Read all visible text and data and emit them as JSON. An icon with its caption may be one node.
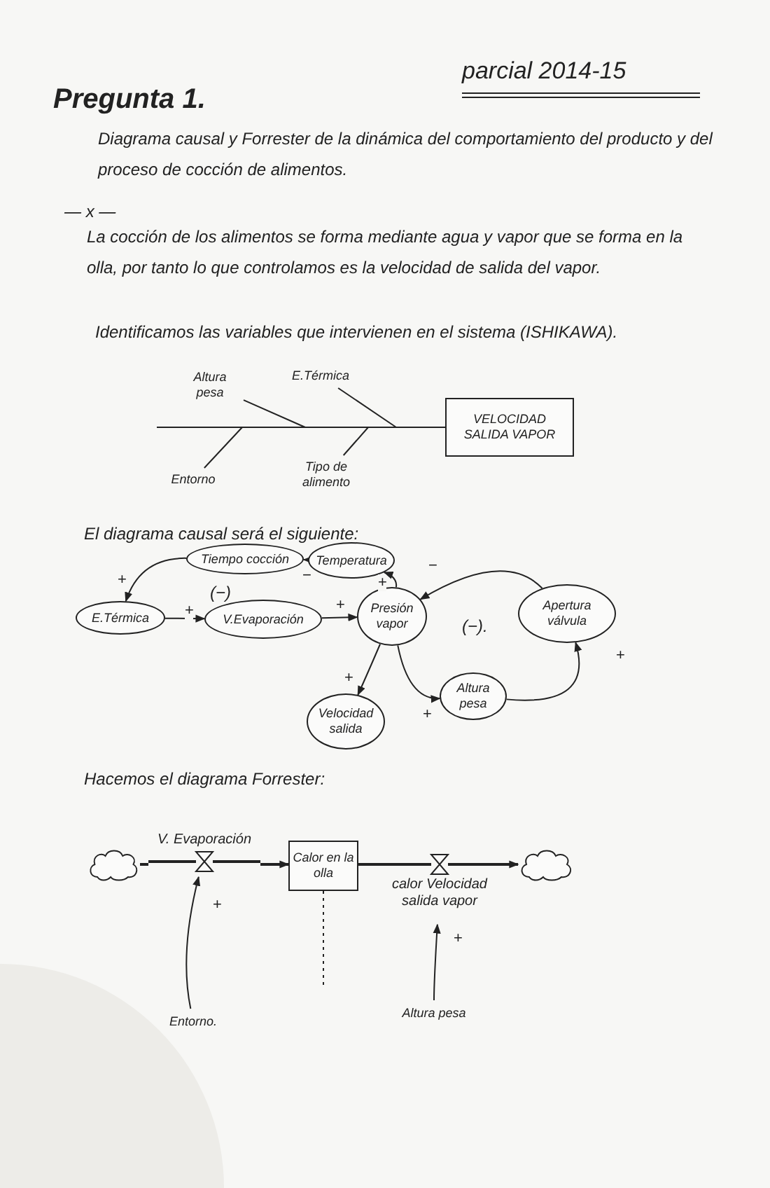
{
  "diagram": {
    "title": "Pregunta 1.",
    "nodes": [
      {
        "text": [
          "Altura pesa"
        ]
      },
      {
        "text": [
          "E.Térmica"
        ]
      },
      {
        "text": [
          "Entorno"
        ]
      },
      {
        "text": [
          "Tipo de alimento"
        ]
      },
      {
        "text": [
          "VELOCIDAD SALIDA VAPOR"
        ]
      },
      {
        "text": [
          "Tiempo cocción"
        ]
      },
      {
        "text": [
          "Temperatura"
        ]
      },
      {
        "text": [
          "E.Térmica"
        ]
      },
      {
        "text": [
          "V.Evaporación"
        ]
      },
      {
        "text": [
          "Presión vapor"
        ]
      },
      {
        "text": [
          "Apertura válvula"
        ]
      },
      {
        "text": [
          "Velocidad salida"
        ]
      },
      {
        "text": [
          "Altura pesa"
        ]
      },
      {
        "text": [],
        "shape": "cloud"
      },
      {
        "text": [
          "V. Evaporación"
        ]
      },
      {
        "text": [
          "Calor en la olla"
        ]
      },
      {
        "text": [
          "calor Velocidad salida vapor"
        ]
      },
      {
        "text": [],
        "shape": "cloud"
      },
      {
        "text": [
          "Entorno."
        ]
      },
      {
        "text": [
          "Altura pesa"
        ]
      }
    ],
    "edges": [
      {
        "from": 0,
        "to": null,
        "arrow": "none"
      },
      {
        "from": 1,
        "to": null,
        "arrow": "none"
      },
      {
        "from": 2,
        "to": null,
        "arrow": "none"
      },
      {
        "from": 3,
        "to": null,
        "arrow": "none"
      },
      {
        "from": null,
        "to": 4,
        "arrow": "none"
      },
      {
        "from": 6,
        "to": 5,
        "arrow": "to",
        "label": "−"
      },
      {
        "from": 5,
        "to": 7,
        "arrow": "to",
        "label": "+"
      },
      {
        "from": 7,
        "to": 8,
        "arrow": "to",
        "label": "+"
      },
      {
        "from": 8,
        "to": 9,
        "arrow": "to",
        "label": "+"
      },
      {
        "from": 9,
        "to": 6,
        "arrow": "to",
        "label": "+"
      },
      {
        "from": 10,
        "to": 9,
        "arrow": "to",
        "label": "−"
      },
      {
        "from": 9,
        "to": 11,
        "arrow": "to",
        "label": "+"
      },
      {
        "from": 9,
        "to": 12,
        "arrow": "to",
        "label": "+"
      },
      {
        "from": 12,
        "to": 10,
        "arrow": "to",
        "label": "+"
      },
      {
        "from": 13,
        "to": 14,
        "arrow": "none"
      },
      {
        "from": 14,
        "to": 15,
        "arrow": "to"
      },
      {
        "from": 15,
        "to": 16,
        "arrow": "none"
      },
      {
        "from": 16,
        "to": 17,
        "arrow": "to"
      },
      {
        "from": 18,
        "to": 14,
        "arrow": "to",
        "label": "+"
      },
      {
        "from": 19,
        "to": 16,
        "arrow": "to",
        "label": "+"
      },
      {
        "from": 15,
        "to": null,
        "arrow": "none",
        "style": "dashed"
      }
    ],
    "labels": [
      "parcial 2014-15",
      "Diagrama causal y Forrester de la dinámica del comportamiento del producto y del proceso de cocción de alimentos.",
      "— x —",
      "La cocción de los alimentos se forma mediante agua y vapor que se forma en la olla, por tanto lo que controlamos es la velocidad de salida del vapor.",
      "Identificamos las variables que intervienen en el sistema (ISHIKAWA).",
      "El diagrama causal será el siguiente:",
      "(−)",
      "(−).",
      "Hacemos el diagrama Forrester:"
    ]
  }
}
